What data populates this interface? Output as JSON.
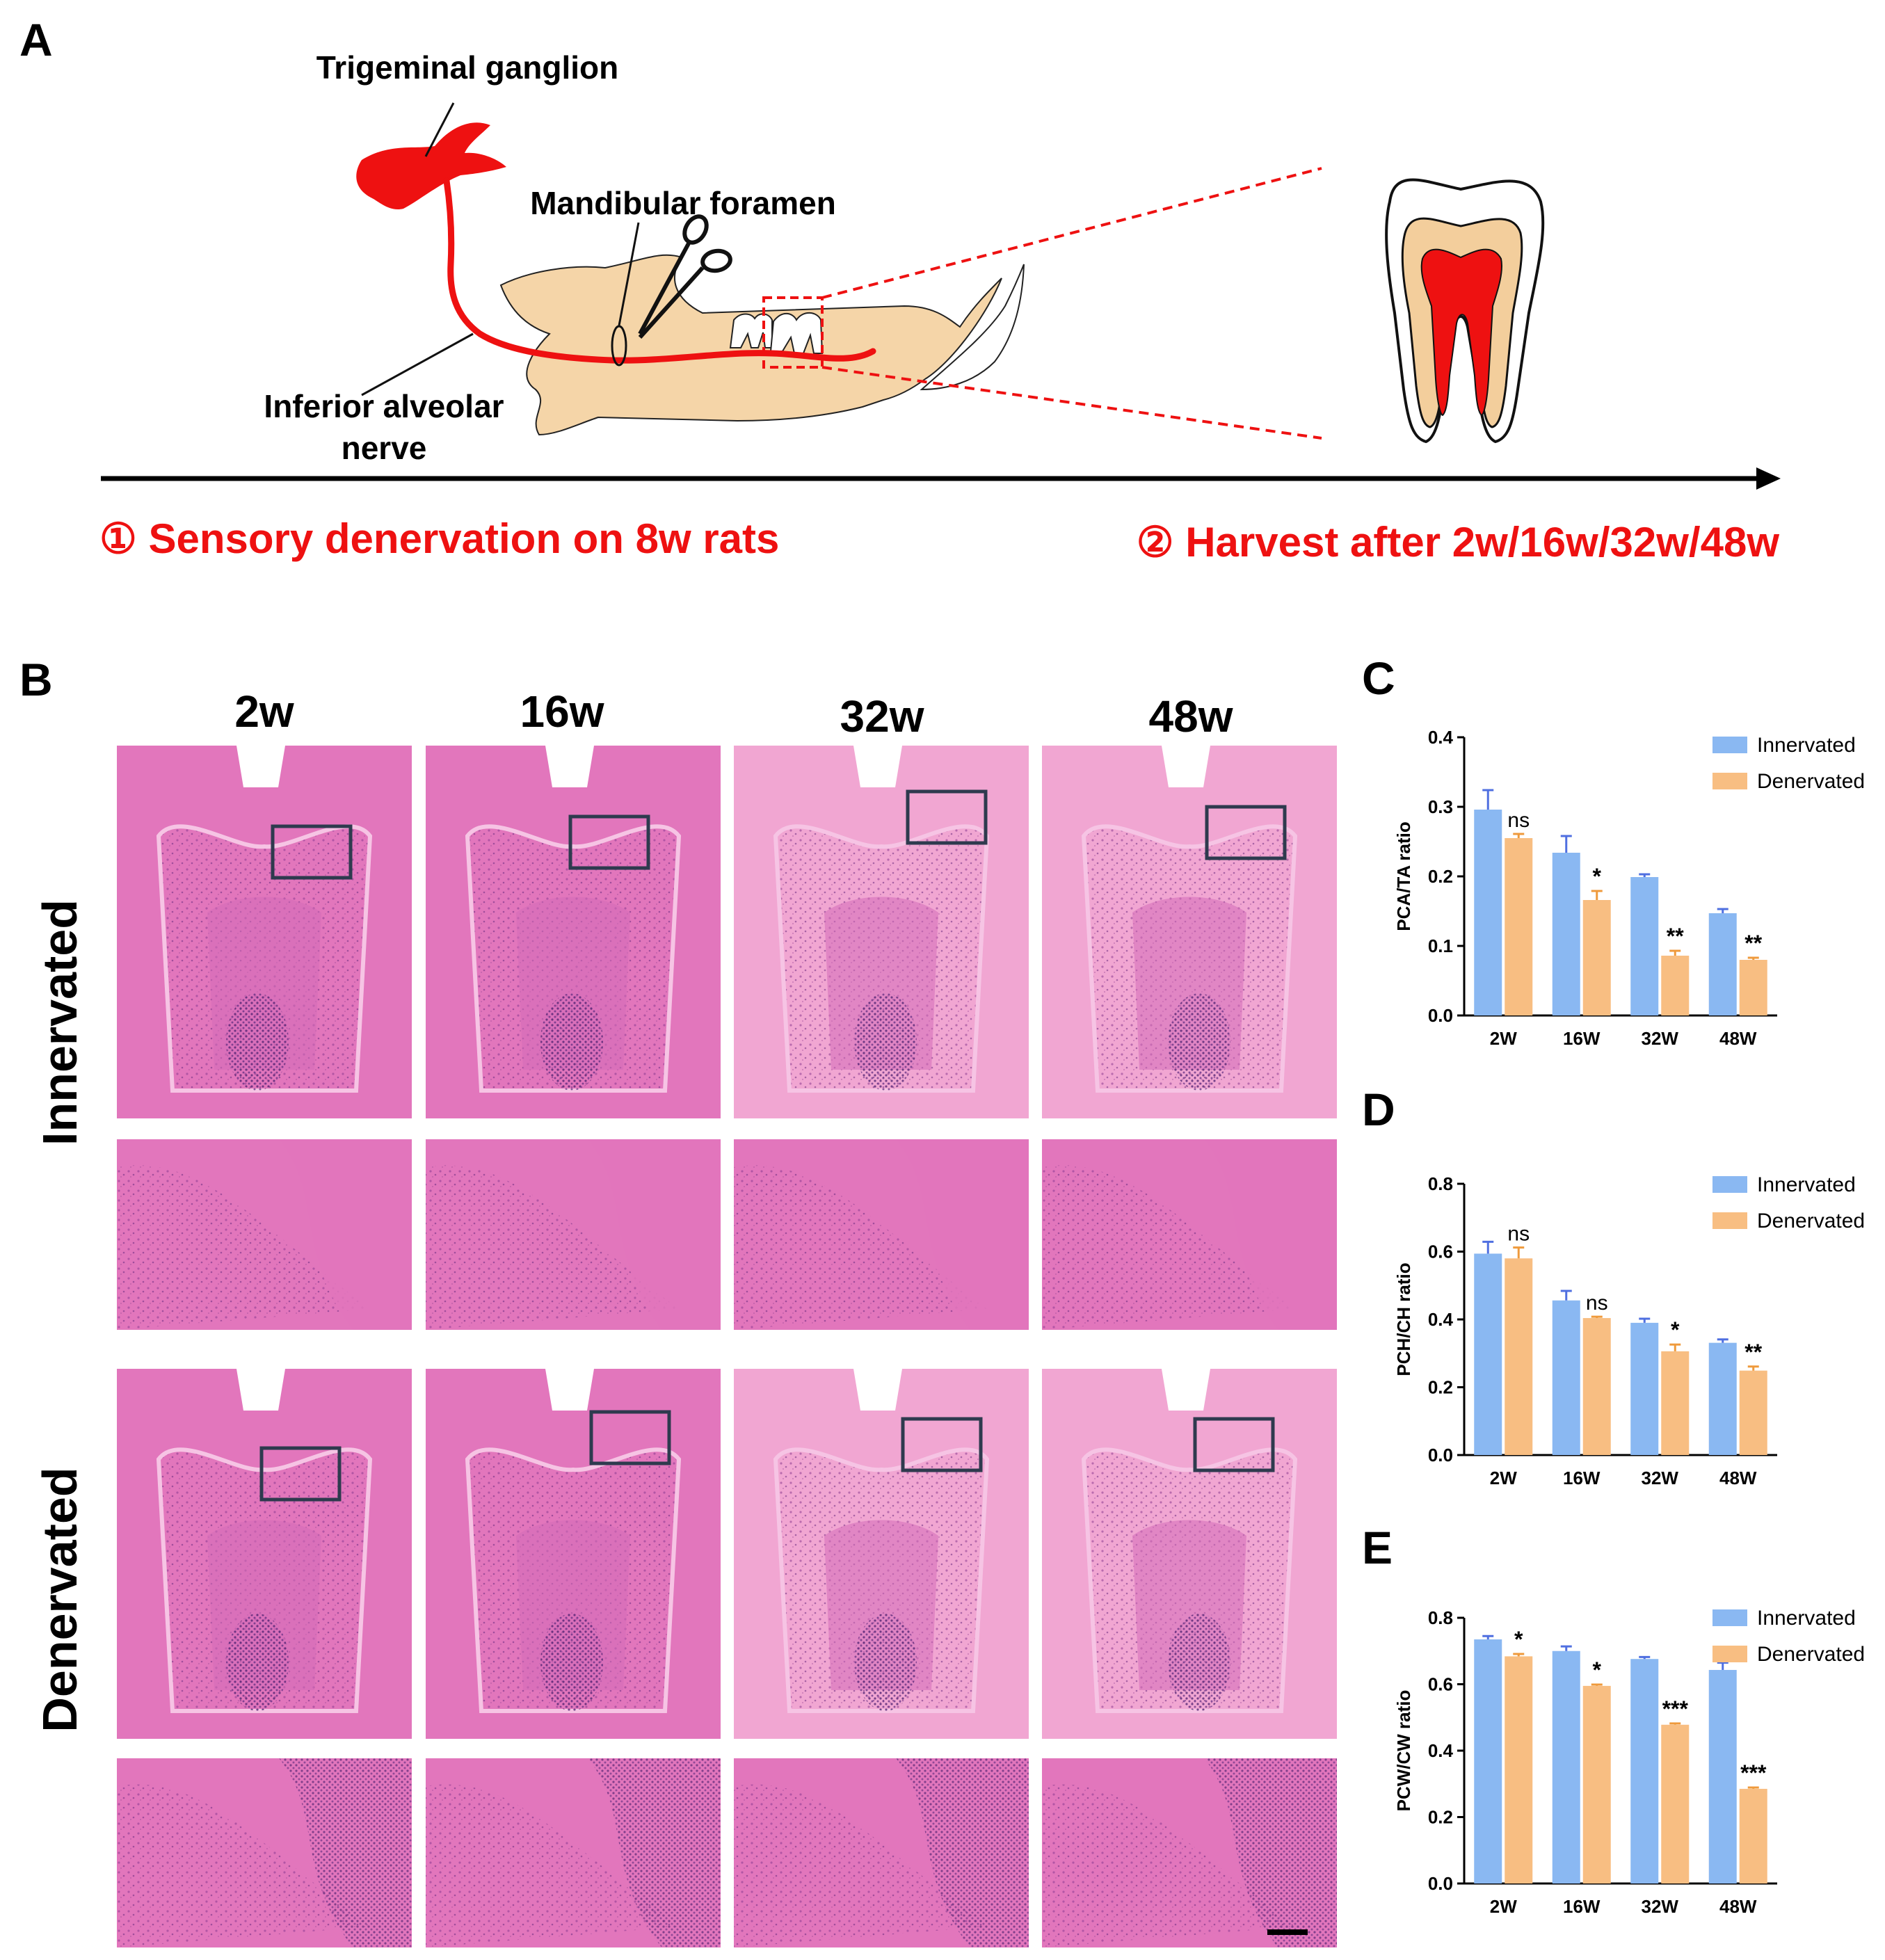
{
  "panel_a": {
    "letter": "A",
    "labels": {
      "trigeminal": "Trigeminal ganglion",
      "foramen": "Mandibular foramen",
      "inferior_line1": "Inferior alveolar",
      "inferior_line2": "nerve"
    },
    "steps": {
      "step1": "① Sensory denervation on 8w rats",
      "step2": "② Harvest after 2w/16w/32w/48w"
    },
    "colors": {
      "nerve": "#ee1111",
      "bone": "#f5d5a8",
      "dentin": "#f3ce9c",
      "pulp": "#ee1111"
    }
  },
  "panel_b": {
    "letter": "B",
    "columns": [
      "2w",
      "16w",
      "32w",
      "48w"
    ],
    "rows": [
      "Innervated",
      "Denervated"
    ],
    "colors": {
      "tissue": "#e276bc",
      "tissue_light": "#f1a6d2",
      "pulp": "#d46cb8",
      "purple": "#5b2a7f",
      "box": "#2e3a4e"
    }
  },
  "panel_c": {
    "letter": "C",
    "chart_data": {
      "type": "bar",
      "categories": [
        "2W",
        "16W",
        "32W",
        "48W"
      ],
      "ylabel": "PCA/TA ratio",
      "ylim": [
        0,
        0.4
      ],
      "yticks": [
        "0.0",
        "0.1",
        "0.2",
        "0.3",
        "0.4"
      ],
      "series": [
        {
          "name": "Innervated",
          "values": [
            0.296,
            0.234,
            0.199,
            0.147
          ],
          "errors": [
            0.028,
            0.024,
            0.004,
            0.006
          ]
        },
        {
          "name": "Denervated",
          "values": [
            0.255,
            0.166,
            0.086,
            0.08
          ],
          "errors": [
            0.006,
            0.013,
            0.007,
            0.003
          ]
        }
      ],
      "significance": [
        "ns",
        "*",
        "**",
        "**"
      ]
    }
  },
  "panel_d": {
    "letter": "D",
    "chart_data": {
      "type": "bar",
      "categories": [
        "2W",
        "16W",
        "32W",
        "48W"
      ],
      "ylabel": "PCH/CH ratio",
      "ylim": [
        0,
        0.8
      ],
      "yticks": [
        "0.0",
        "0.2",
        "0.4",
        "0.6",
        "0.8"
      ],
      "series": [
        {
          "name": "Innervated",
          "values": [
            0.594,
            0.456,
            0.39,
            0.331
          ],
          "errors": [
            0.035,
            0.028,
            0.012,
            0.01
          ]
        },
        {
          "name": "Denervated",
          "values": [
            0.58,
            0.404,
            0.306,
            0.249
          ],
          "errors": [
            0.032,
            0.004,
            0.02,
            0.012
          ]
        }
      ],
      "significance": [
        "ns",
        "ns",
        "*",
        "**"
      ]
    }
  },
  "panel_e": {
    "letter": "E",
    "chart_data": {
      "type": "bar",
      "categories": [
        "2W",
        "16W",
        "32W",
        "48W"
      ],
      "ylabel": "PCW/CW ratio",
      "ylim": [
        0,
        0.8
      ],
      "yticks": [
        "0.0",
        "0.2",
        "0.4",
        "0.6",
        "0.8"
      ],
      "series": [
        {
          "name": "Innervated",
          "values": [
            0.735,
            0.7,
            0.676,
            0.643
          ],
          "errors": [
            0.01,
            0.014,
            0.006,
            0.022
          ]
        },
        {
          "name": "Denervated",
          "values": [
            0.684,
            0.595,
            0.478,
            0.285
          ],
          "errors": [
            0.007,
            0.004,
            0.004,
            0.004
          ]
        }
      ],
      "significance": [
        "*",
        "*",
        "***",
        "***"
      ]
    }
  },
  "colors": {
    "innervated": "#8ab8f2",
    "denervated": "#f8be82",
    "innervated_err": "#4f6fe0",
    "denervated_err": "#ef9a3c"
  }
}
